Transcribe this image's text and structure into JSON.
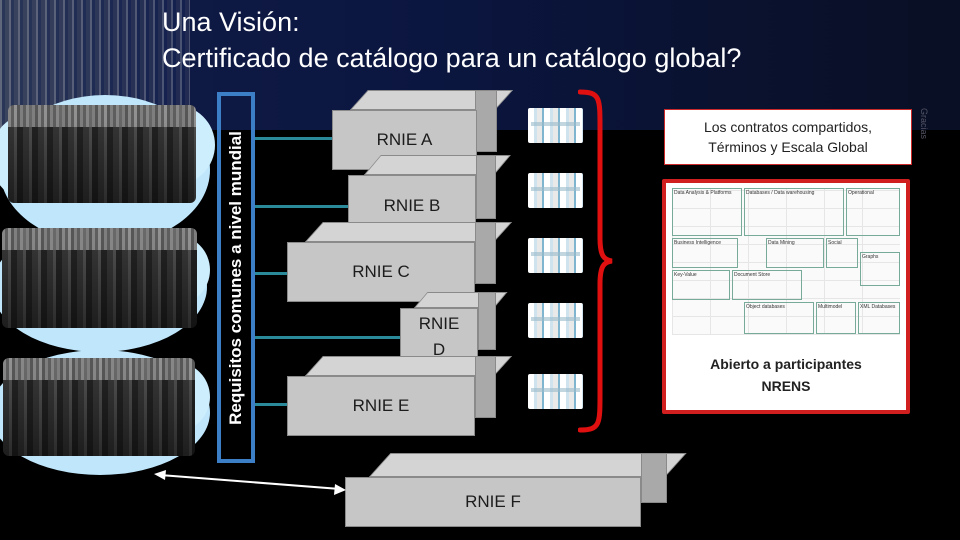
{
  "slide": {
    "title_line1": "Una Visión:",
    "title_line2": "Certificado de catálogo para un catálogo global?",
    "side_tag": "Gracias",
    "requirements_label": "Requisitos comunes a nivel mundial",
    "rnie_boxes": [
      {
        "id": "a",
        "line1": "RNIE A",
        "line2": ""
      },
      {
        "id": "b",
        "line1": "RNIE B",
        "line2": ""
      },
      {
        "id": "c",
        "line1": "RNIE C",
        "line2": ""
      },
      {
        "id": "d",
        "line1": "RNIE",
        "line2": "D"
      },
      {
        "id": "e",
        "line1": "RNIE E",
        "line2": ""
      },
      {
        "id": "f",
        "line1": "RNIE F",
        "line2": ""
      }
    ],
    "contracts_line1": "Los contratos compartidos,",
    "contracts_line2": "Términos y Escala Global",
    "open_line1": "Abierto a participantes",
    "open_line2": "NRENS",
    "landscape_sections": [
      "Data Analysis & Platforms",
      "Databases / Data warehousing",
      "Operational",
      "Business Intelligence",
      "Data Mining",
      "Social",
      "Graphs",
      "Key-Value",
      "Document Store",
      "Object databases",
      "Multimodel",
      "XML Databases"
    ],
    "colors": {
      "accent_red": "#d11f1f",
      "requirements_border": "#3c7fc6",
      "connector": "#2b8a9a",
      "box_fill": "#c6c6c6"
    }
  }
}
